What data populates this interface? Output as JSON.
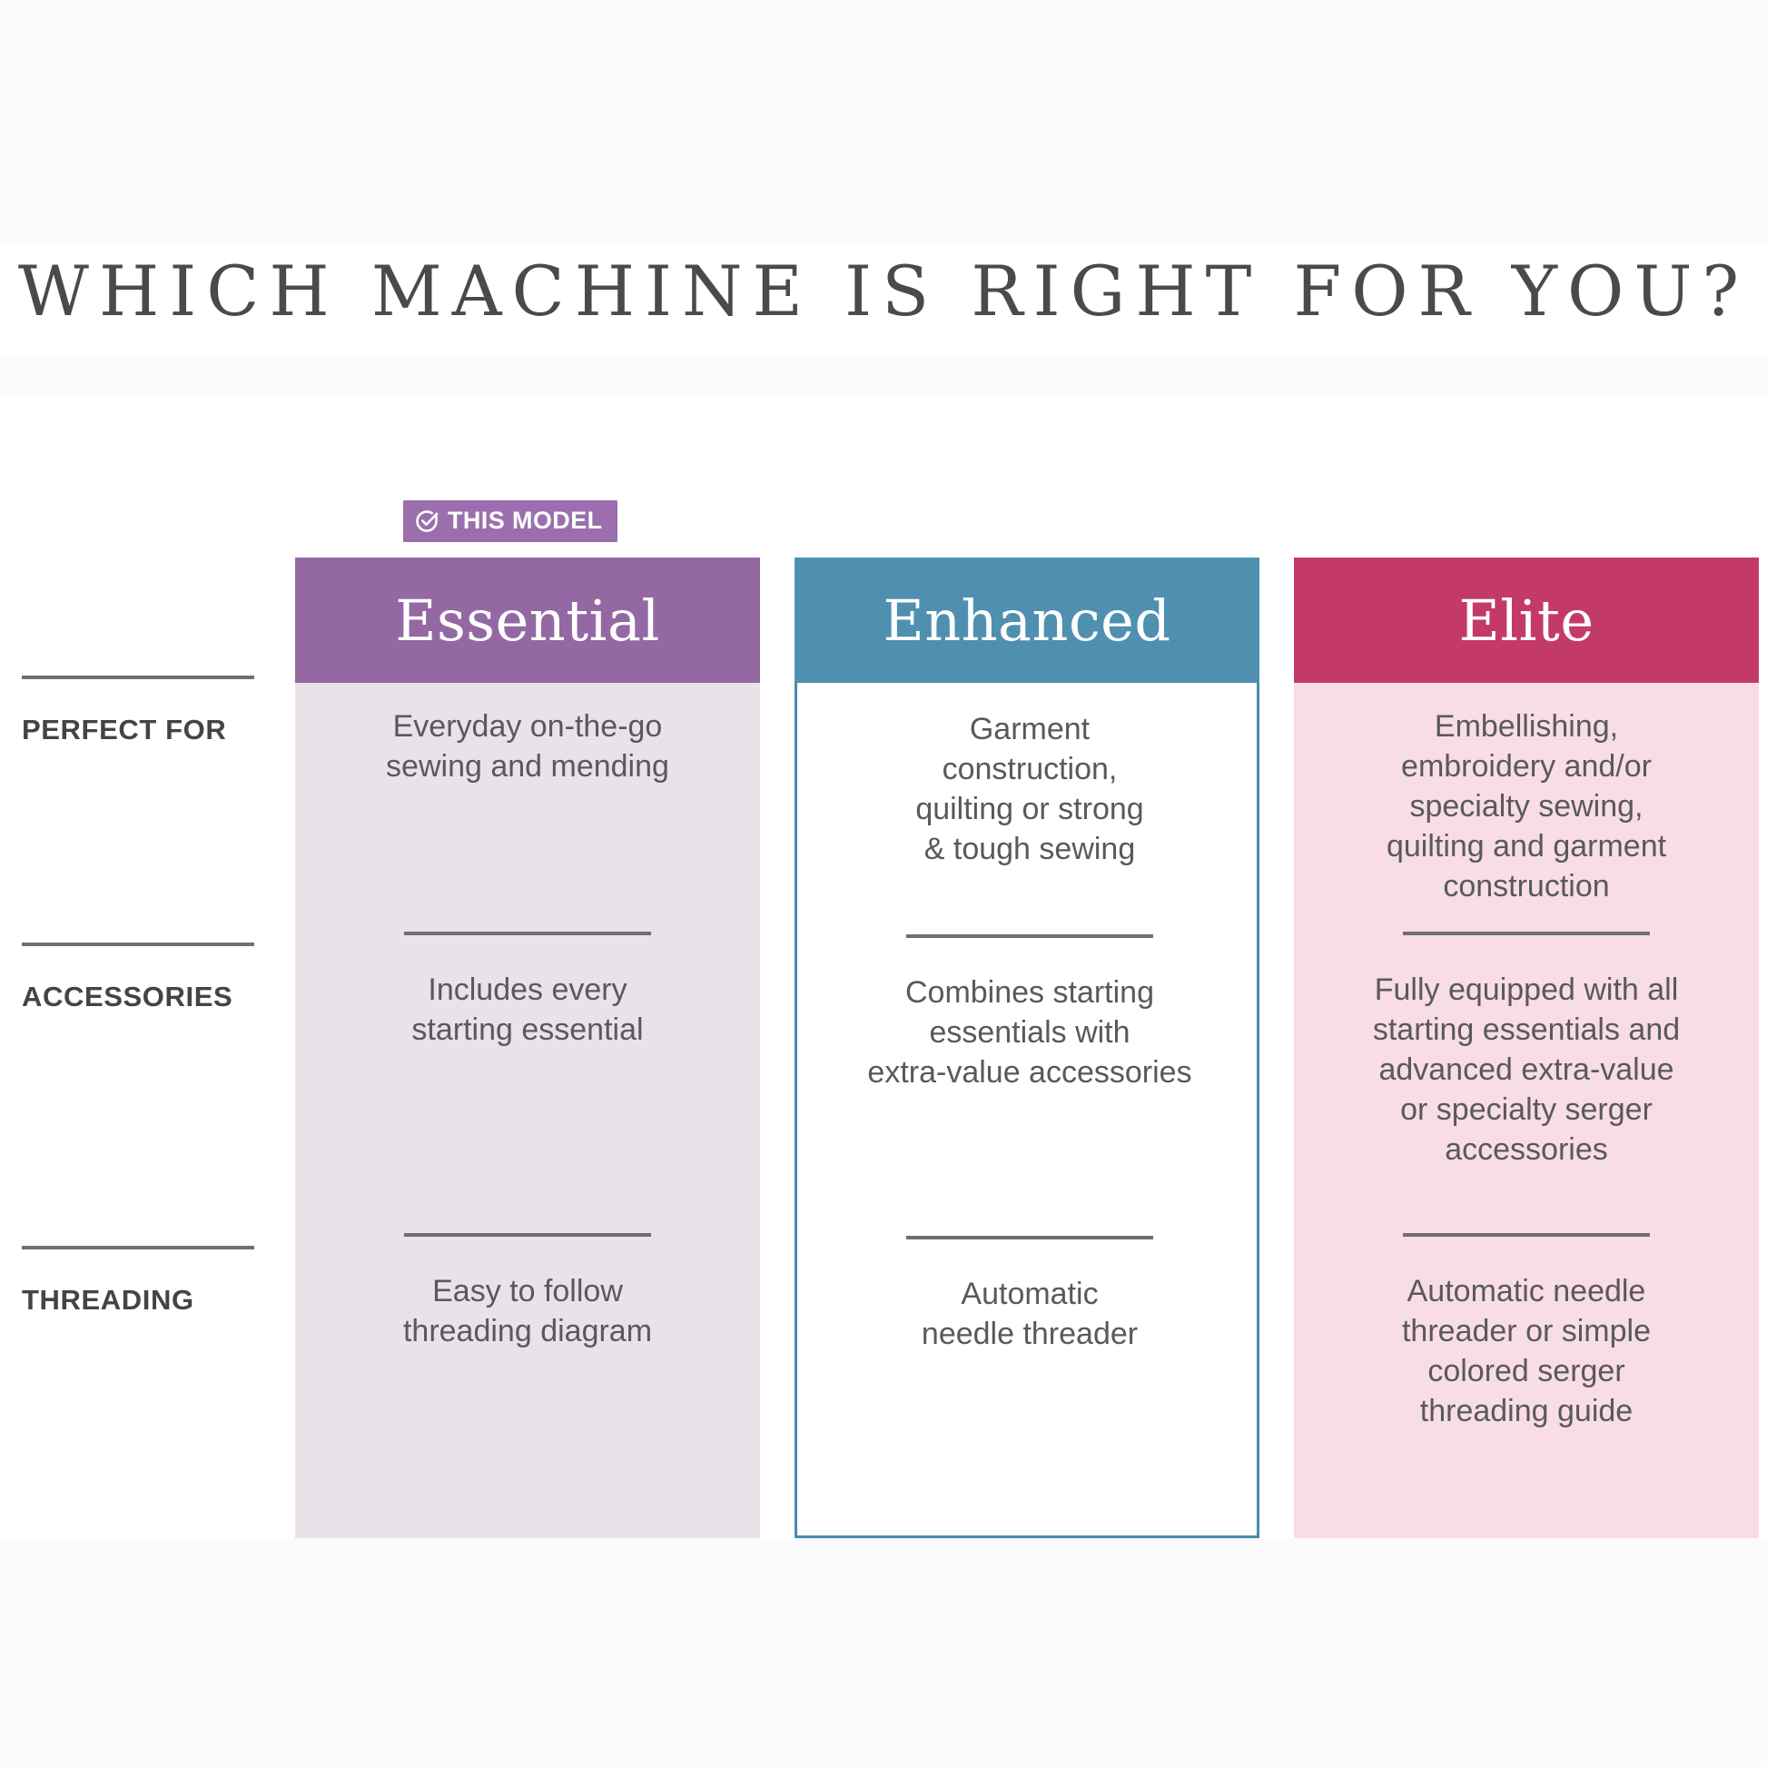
{
  "page": {
    "title": "WHICH MACHINE IS RIGHT FOR YOU?"
  },
  "badge": {
    "label": "THIS MODEL",
    "icon": "check-circle-icon",
    "background_color": "#9b6fad",
    "text_color": "#ffffff"
  },
  "row_labels": [
    {
      "label": "PERFECT FOR"
    },
    {
      "label": "ACCESSORIES"
    },
    {
      "label": "THREADING"
    }
  ],
  "columns": [
    {
      "id": "essential",
      "name": "Essential",
      "selected": true,
      "header_color": "#9368a3",
      "body_color": "#e9e2e9",
      "cells": [
        "Everyday on-the-go\nsewing and mending",
        "Includes every\nstarting essential",
        "Easy to follow\nthreading diagram"
      ]
    },
    {
      "id": "enhanced",
      "name": "Enhanced",
      "selected": false,
      "header_color": "#4f90b0",
      "body_color": "#ffffff",
      "border_color": "#4a8aac",
      "cells": [
        "Garment\nconstruction,\nquilting or strong\n& tough sewing",
        "Combines starting\nessentials with\nextra-value accessories",
        "Automatic\nneedle threader"
      ]
    },
    {
      "id": "elite",
      "name": "Elite",
      "selected": false,
      "header_color": "#c33a66",
      "body_color": "#f8dde5",
      "cells": [
        "Embellishing,\nembroidery and/or\nspecialty sewing,\nquilting and garment\nconstruction",
        "Fully equipped with all\nstarting essentials and\nadvanced extra-value\nor specialty serger\naccessories",
        "Automatic needle\nthreader or simple\ncolored serger\nthreading guide"
      ]
    }
  ]
}
